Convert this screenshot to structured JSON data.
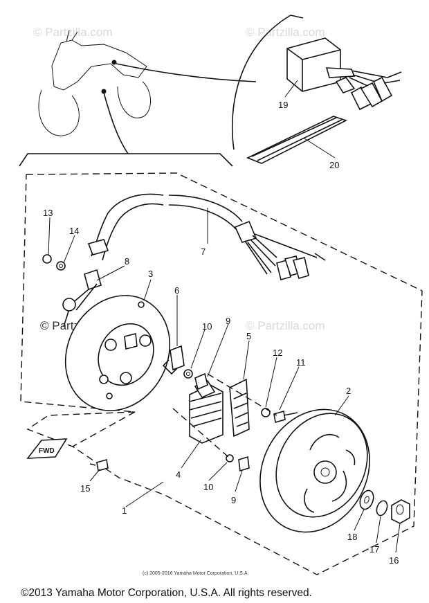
{
  "watermarks": {
    "top_left": "© Partzilla.com",
    "top_right": "© Partzilla.com",
    "mid_left": "© Partzilla.com",
    "mid_right": "© Partzilla.com"
  },
  "fwd_mark": "FWD",
  "copyright_small": "(c) 2005-2016 Yamaha Motor Corporation, U.S.A.",
  "copyright_footer": "©2013 Yamaha Motor Corporation, U.S.A. All rights reserved.",
  "callouts": [
    "1",
    "2",
    "3",
    "4",
    "5",
    "6",
    "7",
    "8",
    "9",
    "9",
    "10",
    "10",
    "11",
    "12",
    "13",
    "14",
    "15",
    "16",
    "17",
    "18",
    "19",
    "20"
  ]
}
